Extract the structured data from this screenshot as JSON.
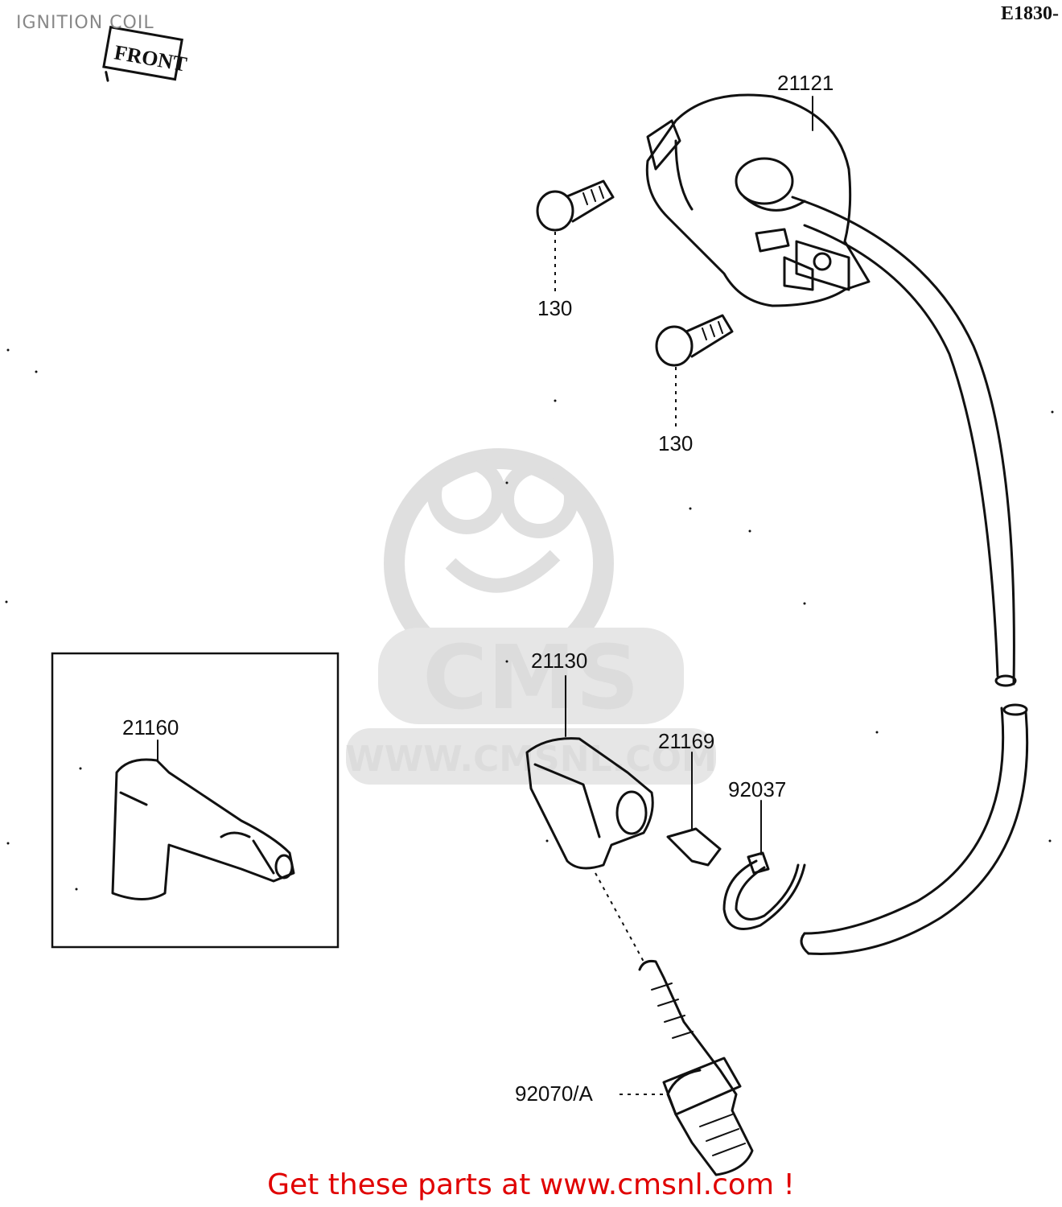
{
  "diagram": {
    "title": "IGNITION COIL",
    "code": "E1830-",
    "front_marker": "FRONT",
    "parts": {
      "coil": "21121",
      "bolt_upper": "130",
      "bolt_lower": "130",
      "cap_inset": "21160",
      "cap": "21130",
      "clip": "21169",
      "band": "92037",
      "plug": "92070/A"
    },
    "watermark": {
      "brand": "CMS",
      "url": "WWW.CMSNL.COM"
    }
  },
  "footer": {
    "text": "Get these parts at www.cmsnl.com !"
  },
  "colors": {
    "line": "#111111",
    "footer": "#e00000",
    "watermark": "#d9d9d9"
  }
}
